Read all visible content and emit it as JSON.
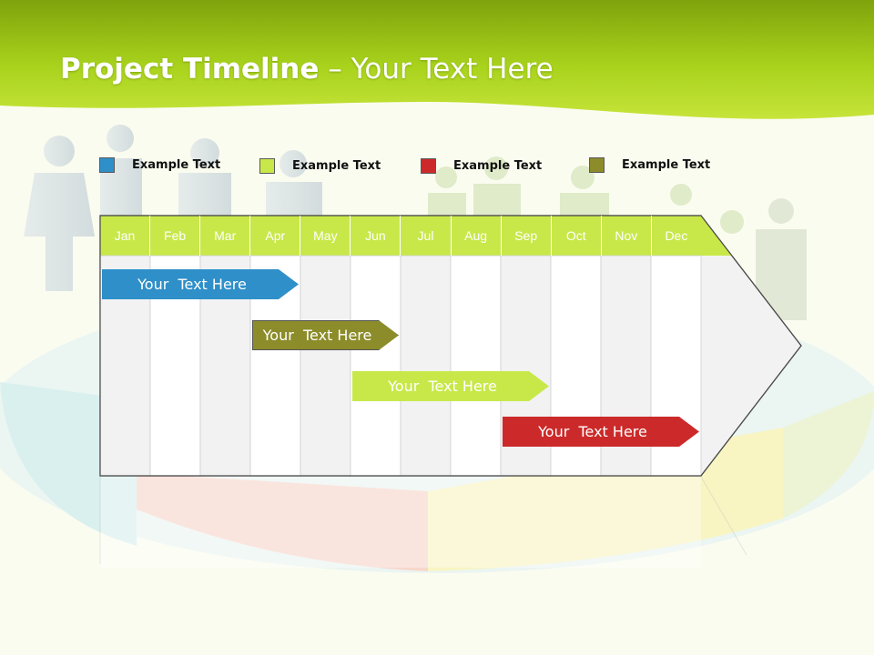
{
  "title": {
    "bold": "Project Timeline",
    "rest": " – Your Text Here"
  },
  "colors": {
    "blue": "#2f8fc9",
    "lime": "#c8e84a",
    "red": "#cc2a2a",
    "olive": "#8c8c2a",
    "header_green": "#a6cf1a"
  },
  "legend": [
    {
      "label": "Example Text",
      "color": "#2f8fc9"
    },
    {
      "label": "Example Text",
      "color": "#c8e84a"
    },
    {
      "label": "Example Text",
      "color": "#cc2a2a"
    },
    {
      "label": "Example Text",
      "color": "#8c8c2a"
    }
  ],
  "months": [
    "Jan",
    "Feb",
    "Mar",
    "Apr",
    "May",
    "Jun",
    "Jul",
    "Aug",
    "Sep",
    "Oct",
    "Nov",
    "Dec"
  ],
  "tasks": [
    {
      "label": "Your  Text Here",
      "color": "#2f8fc9",
      "start_month": "Jan",
      "end_month": "Apr"
    },
    {
      "label": "Your  Text Here",
      "color": "#8c8c2a",
      "start_month": "Apr",
      "end_month": "Jun"
    },
    {
      "label": "Your  Text Here",
      "color": "#c8e84a",
      "start_month": "Jun",
      "end_month": "Sep"
    },
    {
      "label": "Your  Text Here",
      "color": "#cc2a2a",
      "start_month": "Sep",
      "end_month": "Dec"
    }
  ]
}
